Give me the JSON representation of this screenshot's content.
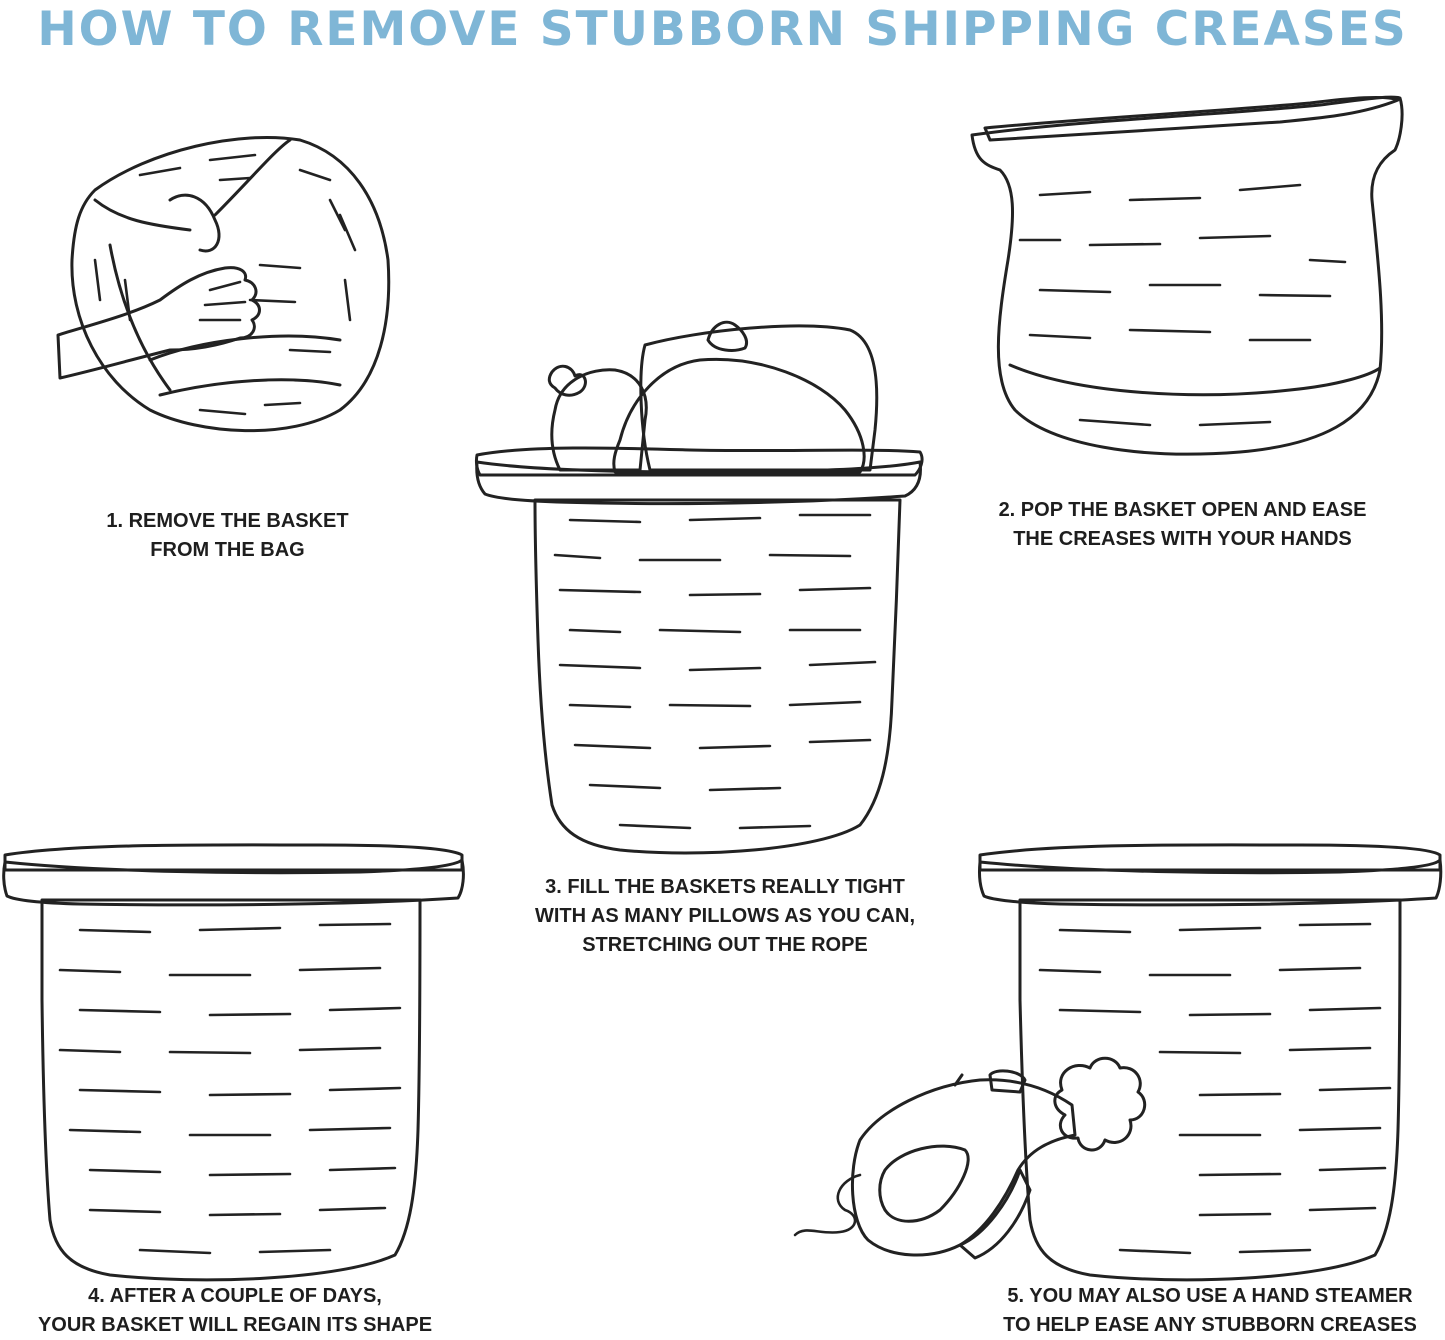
{
  "title": "HOW TO REMOVE STUBBORN SHIPPING CREASES",
  "steps": [
    {
      "lines": [
        "1. REMOVE THE BASKET",
        "FROM THE BAG"
      ]
    },
    {
      "lines": [
        "2. POP THE BASKET OPEN AND EASE",
        "THE CREASES WITH YOUR HANDS"
      ]
    },
    {
      "lines": [
        "3. FILL THE BASKETS REALLY TIGHT",
        "WITH AS MANY PILLOWS AS YOU CAN,",
        "STRETCHING OUT THE ROPE"
      ]
    },
    {
      "lines": [
        "4. AFTER A COUPLE OF DAYS,",
        "YOUR BASKET WILL REGAIN ITS SHAPE"
      ]
    },
    {
      "lines": [
        "5. YOU MAY ALSO USE A HAND STEAMER",
        "TO HELP EASE ANY STUBBORN CREASES"
      ]
    }
  ],
  "colors": {
    "title": "#7fb6d6",
    "basket": "#f1e3d8",
    "basket_inside": "#c9bdb2",
    "skin": "#f7dcc3",
    "pillow_blue": "#9ca8e6",
    "pillow_orange": "#e8b28f",
    "pillow_plum": "#a46a7f",
    "pillow_tie": "#f0c64a",
    "steamer": "#dca7d9",
    "steam": "#9bcbe8"
  }
}
